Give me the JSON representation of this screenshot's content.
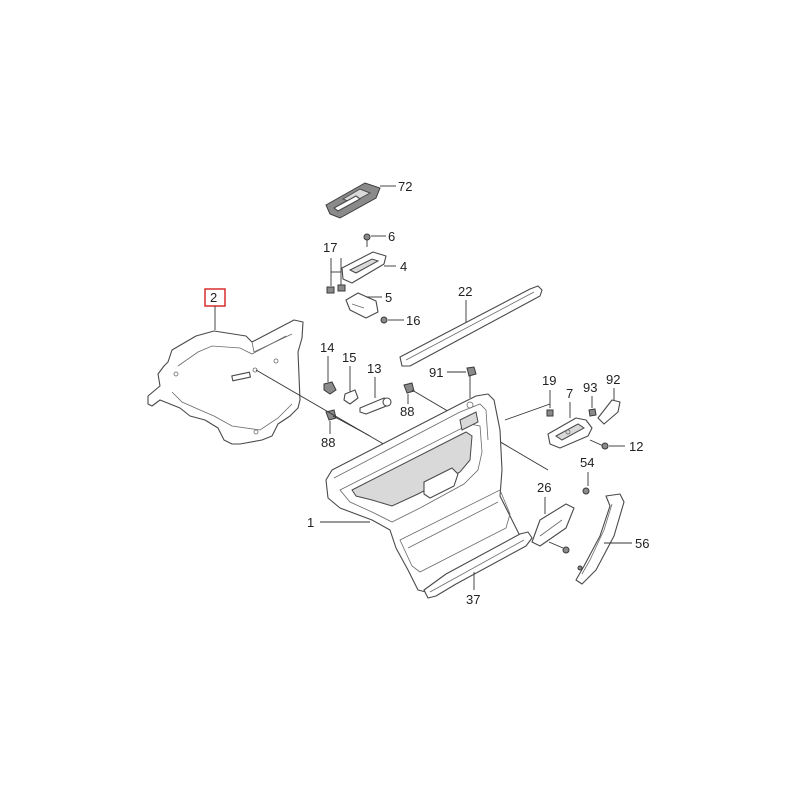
{
  "diagram": {
    "highlighted_part": "2",
    "callouts": {
      "p72": "72",
      "p6": "6",
      "p17": "17",
      "p4": "4",
      "p5": "5",
      "p16": "16",
      "p2": "2",
      "p22": "22",
      "p14": "14",
      "p15": "15",
      "p13": "13",
      "p91": "91",
      "p88a": "88",
      "p88b": "88",
      "p19": "19",
      "p7": "7",
      "p93": "93",
      "p92": "92",
      "p12": "12",
      "p54": "54",
      "p26": "26",
      "p1": "1",
      "p56": "56",
      "p37": "37"
    },
    "colors": {
      "highlight_box": "#d22020",
      "line": "#4a4a4a"
    }
  }
}
